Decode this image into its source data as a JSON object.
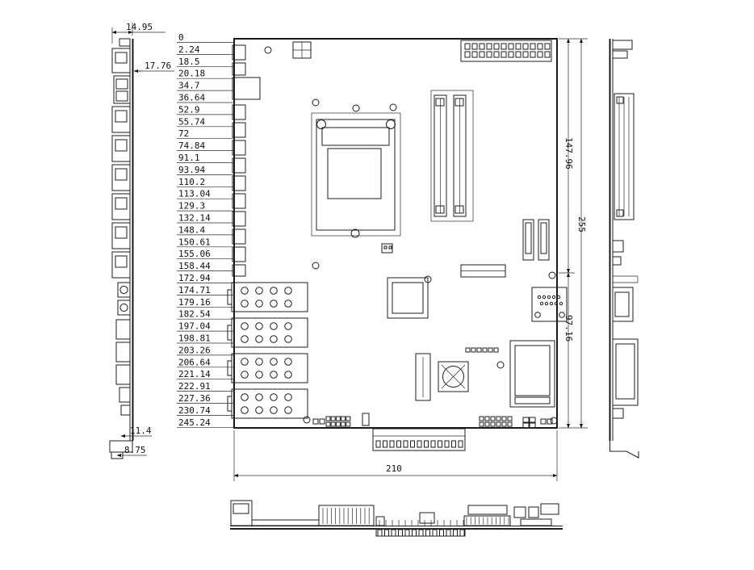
{
  "drawing": {
    "kind": "motherboard-mechanical-dimension-drawing",
    "line_color": "#1c1c1c",
    "background": "#ffffff"
  },
  "dims": {
    "left_top": [
      "14.95",
      "17.76"
    ],
    "left_bottom": [
      "11.4",
      "8.75"
    ],
    "ladder": [
      "0",
      "2.24",
      "18.5",
      "20.18",
      "34.7",
      "36.64",
      "52.9",
      "55.74",
      "72",
      "74.84",
      "91.1",
      "93.94",
      "110.2",
      "113.04",
      "129.3",
      "132.14",
      "148.4",
      "150.61",
      "155.06",
      "158.44",
      "172.94",
      "174.71",
      "179.16",
      "182.54",
      "197.04",
      "198.81",
      "203.26",
      "206.64",
      "221.14",
      "222.91",
      "227.36",
      "230.74",
      "245.24"
    ],
    "right": [
      "147.96",
      "255",
      "97.16"
    ],
    "bottom": [
      "210"
    ]
  }
}
